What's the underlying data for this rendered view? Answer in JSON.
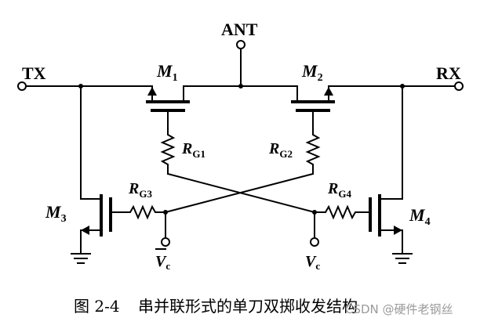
{
  "terminals": {
    "tx": "TX",
    "rx": "RX",
    "ant": "ANT"
  },
  "transistors": {
    "m1": {
      "name": "M",
      "sub": "1"
    },
    "m2": {
      "name": "M",
      "sub": "2"
    },
    "m3": {
      "name": "M",
      "sub": "3"
    },
    "m4": {
      "name": "M",
      "sub": "4"
    }
  },
  "resistors": {
    "rg1": {
      "name": "R",
      "sub": "G1"
    },
    "rg2": {
      "name": "R",
      "sub": "G2"
    },
    "rg3": {
      "name": "R",
      "sub": "G3"
    },
    "rg4": {
      "name": "R",
      "sub": "G4"
    }
  },
  "controls": {
    "vc_bar": {
      "name": "V",
      "sub": "c"
    },
    "vc": {
      "name": "V",
      "sub": "c"
    }
  },
  "caption": {
    "figure_no": "图 2-4",
    "title": "串并联形式的单刀双掷收发结构"
  },
  "watermark": "CSDN @硬件老钢丝"
}
